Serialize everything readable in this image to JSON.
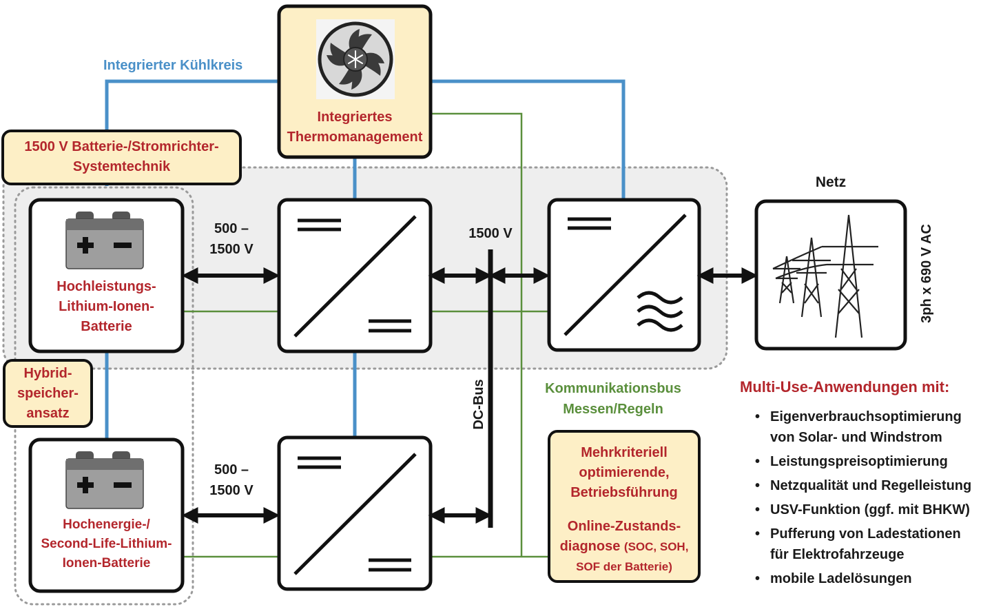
{
  "labels": {
    "cooling": "Integrierter Kühlkreis",
    "thermo": [
      "Integriertes",
      "Thermomanagement"
    ],
    "system": [
      "1500 V Batterie-/Stromrichter-",
      "Systemtechnik"
    ],
    "hybrid": [
      "Hybrid-",
      "speicher-",
      "ansatz"
    ],
    "battery_top": [
      "Hochleistungs-",
      "Lithium-Ionen-",
      "Batterie"
    ],
    "battery_bottom": [
      "Hochenergie-/",
      "Second-Life-Lithium-",
      "Ionen-Batterie"
    ],
    "voltage_top": [
      "500 –",
      "1500 V"
    ],
    "voltage_bottom": [
      "500 –",
      "1500 V"
    ],
    "bus_voltage": "1500 V",
    "dc_bus": "DC-Bus",
    "grid": "Netz",
    "grid_ac": "3ph x 690 V AC",
    "comm_bus": [
      "Kommunikationsbus",
      "Messen/Regeln"
    ],
    "operation": [
      "Mehrkriteriell",
      "optimierende,",
      "Betriebsführung"
    ],
    "diagnosis": [
      "Online-Zustands-",
      "diagnose",
      "(SOC, SOH,",
      "SOF der Batterie)"
    ]
  },
  "uses": {
    "title": "Multi-Use-Anwendungen mit:",
    "items": [
      [
        "Eigenverbrauchsoptimierung",
        "von  Solar- und Windstrom"
      ],
      [
        "Leistungspreisoptimierung"
      ],
      [
        "Netzqualität und Regelleistung"
      ],
      [
        "USV-Funktion (ggf. mit BHKW)"
      ],
      [
        "Pufferung von Ladestationen",
        "für Elektrofahrzeuge"
      ],
      [
        "mobile Ladelösungen"
      ]
    ]
  },
  "colors": {
    "cooling_line": "#4a90c8",
    "comm_line": "#5a8f3c",
    "label_red": "#b3262c",
    "callout_fill": "#fdefc6",
    "region_fill": "#eeeeee"
  }
}
